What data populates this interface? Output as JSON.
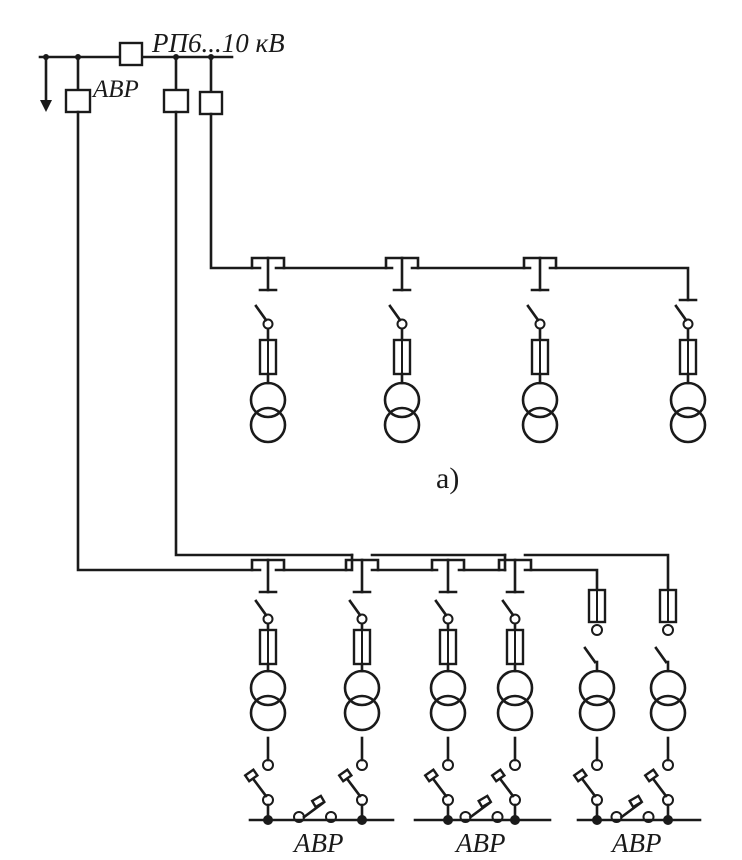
{
  "diagram": {
    "title": "РП6...10 кВ",
    "avr_label": "АВР",
    "part_a_label": "а)",
    "bottom_labels": [
      "АВР",
      "АВР",
      "АВР"
    ]
  }
}
